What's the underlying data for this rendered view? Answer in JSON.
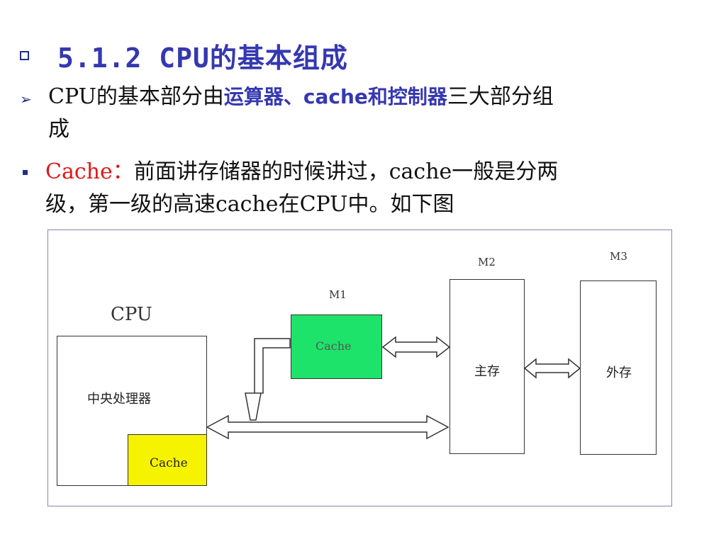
{
  "heading": {
    "text": "5.1.2 CPU的基本组成"
  },
  "bullets": [
    {
      "line1_prefix": "CPU的基本部分由",
      "line1_highlight": "运算器、cache和控制器",
      "line1_suffix": "三大部分组",
      "line2": "成"
    },
    {
      "line1_highlight": "Cache：",
      "line1_text": "前面讲存储器的时候讲过，cache一般是分两",
      "line2": "级，第一级的高速cache在CPU中。如下图"
    }
  ],
  "diagram": {
    "cpu_label": "CPU",
    "cpu_box_text": "中央处理器",
    "cpu_cache_text": "Cache",
    "m1_label": "M1",
    "m1_box_text": "Cache",
    "m2_label": "M2",
    "m2_box_text": "主存",
    "m3_label": "M3",
    "m3_box_text": "外存",
    "colors": {
      "cpu_cache": "#f6f300",
      "m1_cache": "#1ee36b"
    }
  }
}
